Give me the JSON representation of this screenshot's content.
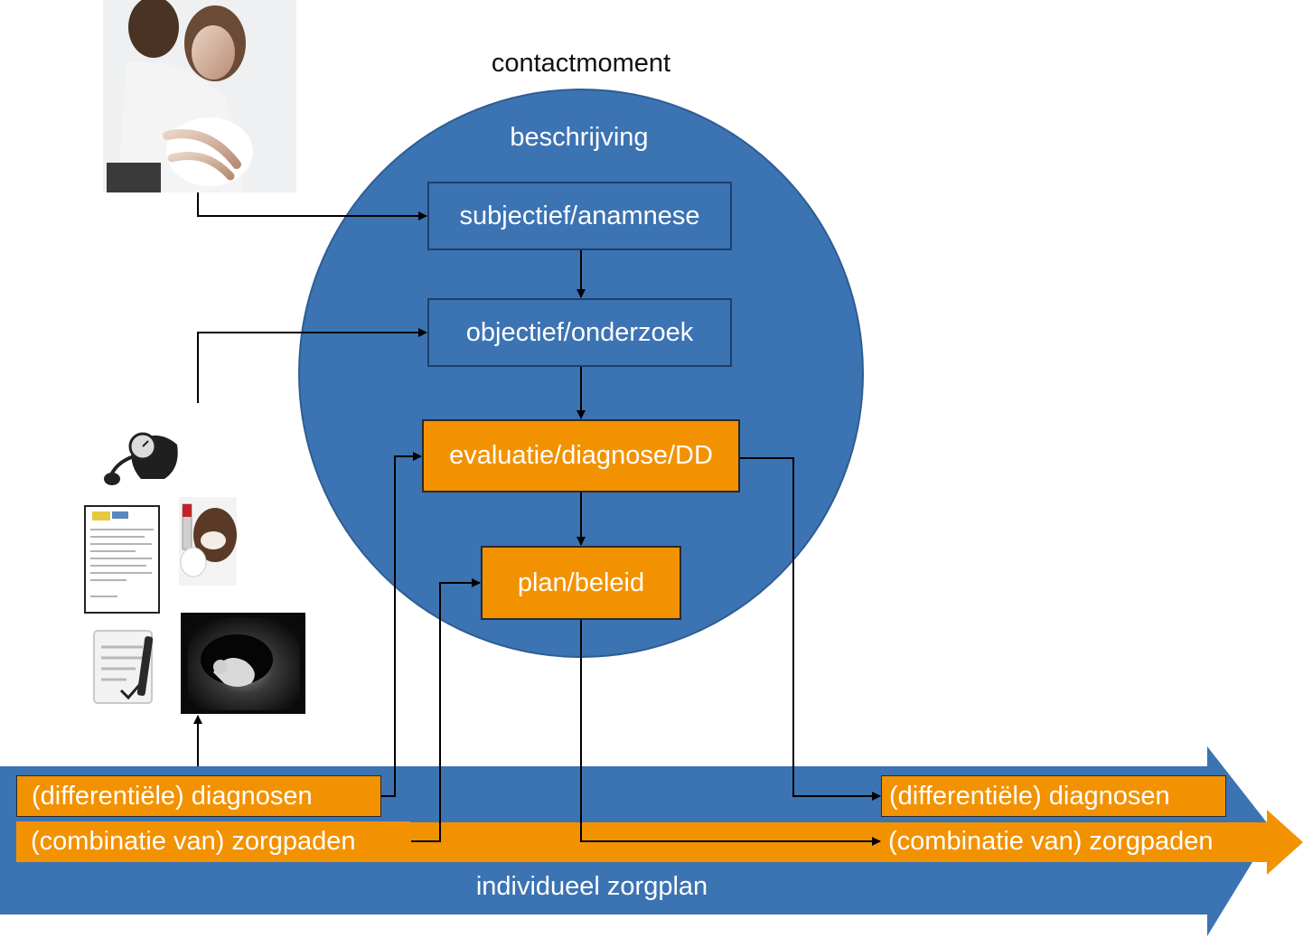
{
  "colors": {
    "circle": "#3c73b3",
    "band": "#3c73b3",
    "accent": "#f39200",
    "line": "#000000",
    "text_on_shape": "#ffffff",
    "title_text": "#111111"
  },
  "diagram": {
    "title": "contactmoment",
    "circle_label": "beschrijving",
    "steps": [
      {
        "label": "subjectief/anamnese",
        "style": "blue"
      },
      {
        "label": "objectief/onderzoek",
        "style": "blue"
      },
      {
        "label": "evaluatie/diagnose/DD",
        "style": "orange"
      },
      {
        "label": "plan/beleid",
        "style": "orange"
      }
    ],
    "timeline": {
      "label": "individueel zorgplan",
      "left_diagnoses": "(differentiële) diagnosen",
      "left_pathways": "(combinatie van) zorgpaden",
      "right_diagnoses": "(differentiële) diagnosen",
      "right_pathways": "(combinatie van) zorgpaden"
    },
    "images": [
      {
        "name": "pregnant-couple-photo",
        "icon": "photo"
      },
      {
        "name": "blood-pressure-cuff-icon",
        "icon": "sphygmomanometer"
      },
      {
        "name": "lab-form-icon",
        "icon": "document"
      },
      {
        "name": "blood-sample-photo",
        "icon": "photo"
      },
      {
        "name": "checklist-pen-icon",
        "icon": "checklist"
      },
      {
        "name": "ultrasound-image",
        "icon": "ultrasound"
      }
    ]
  }
}
